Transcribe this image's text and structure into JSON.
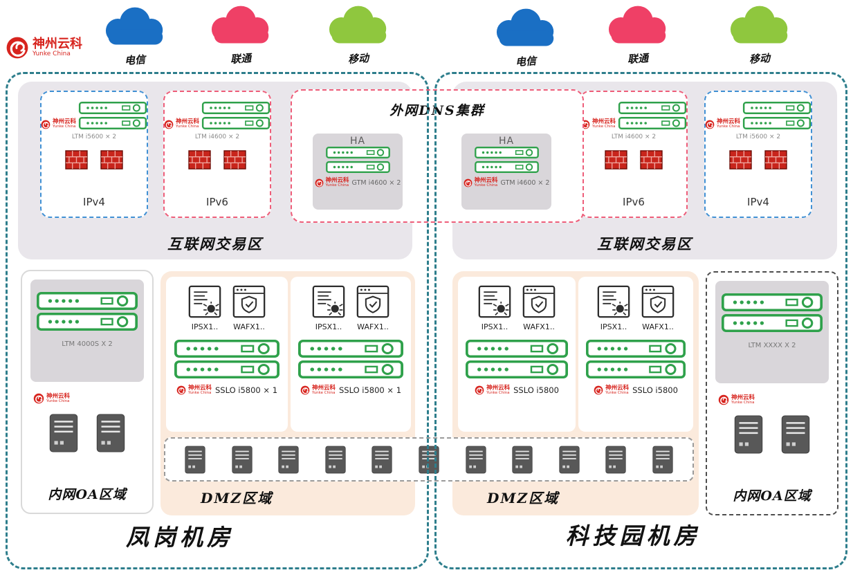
{
  "logo": {
    "cn": "神州云科",
    "en": "Yunke China"
  },
  "clouds": [
    {
      "label": "电信",
      "color": "#1a6fc4"
    },
    {
      "label": "联通",
      "color": "#ef4066"
    },
    {
      "label": "移动",
      "color": "#8fc73e"
    },
    {
      "label": "电信",
      "color": "#1a6fc4"
    },
    {
      "label": "联通",
      "color": "#ef4066"
    },
    {
      "label": "移动",
      "color": "#8fc73e"
    }
  ],
  "dns_cluster": {
    "title": "外网DNS集群",
    "nodes": [
      {
        "ha": "HA",
        "device": "GTM i4600 × 2"
      },
      {
        "ha": "HA",
        "device": "GTM i4600 × 2"
      }
    ]
  },
  "fenggang": {
    "name": "凤岗机房",
    "internet_zone": {
      "label": "互联网交易区",
      "ipv4": {
        "label": "IPv4",
        "device": "LTM i5600 × 2"
      },
      "ipv6": {
        "label": "IPv6",
        "device": "LTM i4600 × 2"
      }
    },
    "oa_zone": {
      "label": "内网OA区域",
      "device": "LTM 4000S X 2"
    },
    "dmz": {
      "label": "DMZ区域",
      "stacks": [
        {
          "ips": "IPSX1..",
          "waf": "WAFX1..",
          "sslo": "SSLO i5800 × 1"
        },
        {
          "ips": "IPSX1..",
          "waf": "WAFX1..",
          "sslo": "SSLO i5800 × 1"
        }
      ]
    }
  },
  "keji": {
    "name": "科技园机房",
    "internet_zone": {
      "label": "互联网交易区",
      "ipv4": {
        "label": "IPv4",
        "device": "LTM i5600 × 2"
      },
      "ipv6": {
        "label": "IPv6",
        "device": "LTM i4600 × 2"
      }
    },
    "oa_zone": {
      "label": "内网OA区域",
      "device": "LTM XXXX X 2"
    },
    "dmz": {
      "label": "DMZ区域",
      "stacks": [
        {
          "ips": "IPSX1..",
          "waf": "WAFX1..",
          "sslo": "SSLO i5800"
        },
        {
          "ips": "IPSX1..",
          "waf": "WAFX1..",
          "sslo": "SSLO i5800"
        }
      ]
    }
  },
  "colors": {
    "dc_border": "#2e7e8c",
    "ipv4_border": "#4090d4",
    "ipv6_border": "#ee5d79",
    "appliance_green": "#2fa14b",
    "brand_red": "#d7241e",
    "dmz_bg": "#fbeadc",
    "zone_bg": "#e9e6eb"
  }
}
